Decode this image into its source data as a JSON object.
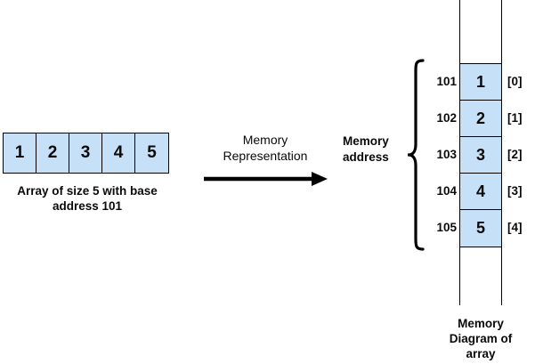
{
  "diagram": {
    "left_array": {
      "values": [
        "1",
        "2",
        "3",
        "4",
        "5"
      ],
      "caption_line1": "Array of size 5 with base",
      "caption_line2": "address 101"
    },
    "transform": {
      "label_line1": "Memory",
      "label_line2": "Representation",
      "arrow_icon": "right-arrow-icon"
    },
    "memory": {
      "side_label_line1": "Memory",
      "side_label_line2": "address",
      "brace_icon": "left-curly-brace-icon",
      "rows": [
        {
          "address": "101",
          "value": "1",
          "index": "[0]"
        },
        {
          "address": "102",
          "value": "2",
          "index": "[1]"
        },
        {
          "address": "103",
          "value": "3",
          "index": "[2]"
        },
        {
          "address": "104",
          "value": "4",
          "index": "[3]"
        },
        {
          "address": "105",
          "value": "5",
          "index": "[4]"
        }
      ],
      "caption_line1": "Memory",
      "caption_line2": "Diagram of",
      "caption_line3": "array"
    },
    "colors": {
      "cell_fill": "#c6e0f7",
      "stroke": "#000000",
      "text": "#0a0a0a",
      "background": "#ffffff"
    }
  }
}
